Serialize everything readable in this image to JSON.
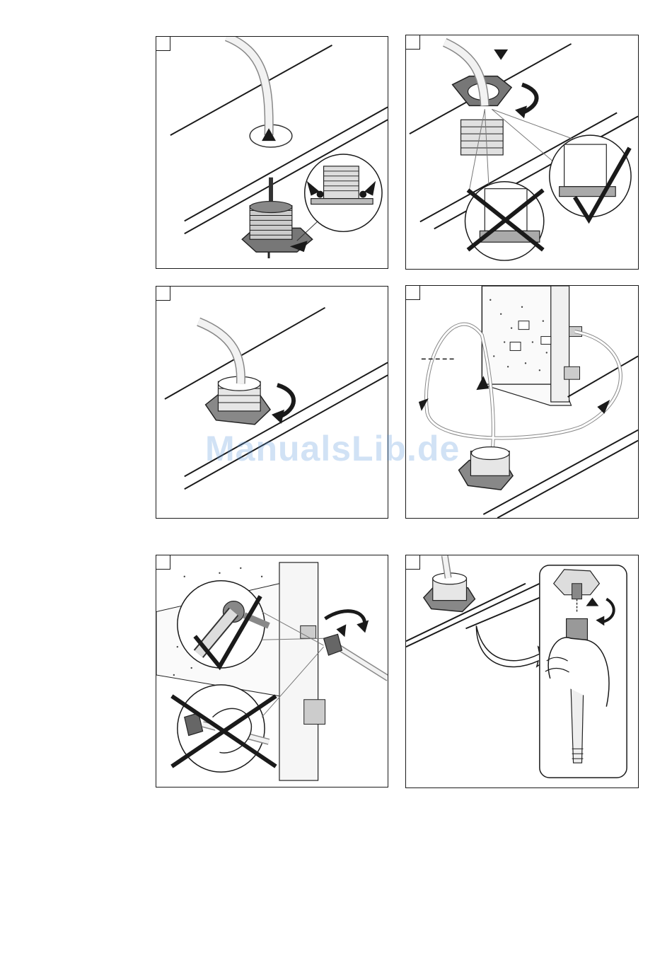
{
  "watermark": {
    "text": "ManualsLib.de"
  },
  "panels": [
    {
      "id": "p1"
    },
    {
      "id": "p2"
    },
    {
      "id": "p3"
    },
    {
      "id": "p4"
    },
    {
      "id": "p5"
    },
    {
      "id": "p6"
    }
  ]
}
